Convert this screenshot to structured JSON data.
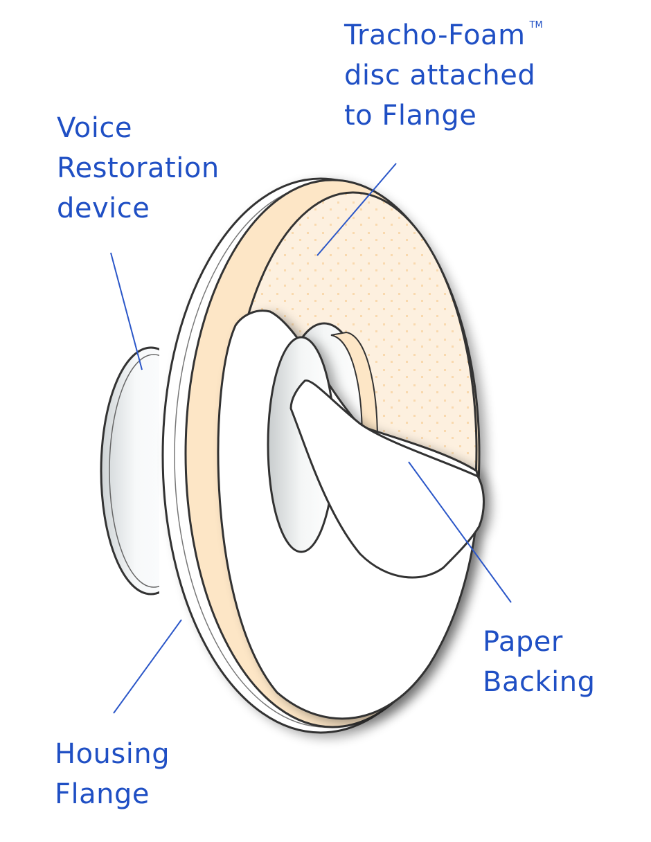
{
  "labels": {
    "tracho_foam": {
      "lines": [
        "Tracho-Foam",
        "disc attached",
        "to Flange"
      ],
      "mark": "TM"
    },
    "voice_restoration": {
      "lines": [
        "Voice",
        "Restoration",
        "device"
      ]
    },
    "paper_backing": {
      "lines": [
        "Paper",
        "Backing"
      ]
    },
    "housing_flange": {
      "lines": [
        "Housing",
        "Flange"
      ]
    }
  },
  "colors": {
    "label_text": "#1f4fc4",
    "leader_line": "#2a56c8",
    "foam": "#fde9cc",
    "foam_dots": "#f9d6a4",
    "outline": "#333333",
    "paper": "#ffffff"
  }
}
